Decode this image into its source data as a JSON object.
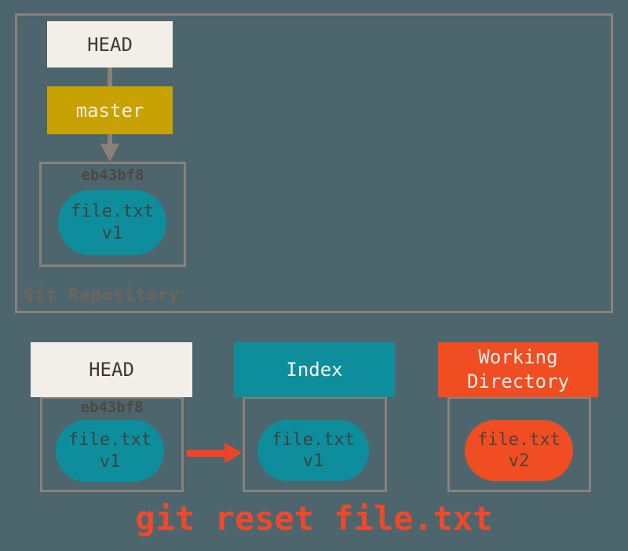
{
  "colors": {
    "background": "#4D666E",
    "border": "#8B8178",
    "teal": "#0E8E9C",
    "gold": "#C8A103",
    "red_orange": "#F04D22",
    "off_white": "#F1EFE8",
    "command_text": "#F0482A"
  },
  "repository": {
    "label": "Git Repository",
    "head_label": "HEAD",
    "branch_label": "master",
    "commit": {
      "id": "eb43bf8",
      "file": "file.txt",
      "version": "v1"
    }
  },
  "columns": {
    "head": {
      "title": "HEAD",
      "commit_id": "eb43bf8",
      "file": "file.txt",
      "version": "v1"
    },
    "index": {
      "title": "Index",
      "file": "file.txt",
      "version": "v1"
    },
    "working_directory": {
      "title": "Working Directory",
      "file": "file.txt",
      "version": "v2"
    }
  },
  "command": "git reset file.txt"
}
